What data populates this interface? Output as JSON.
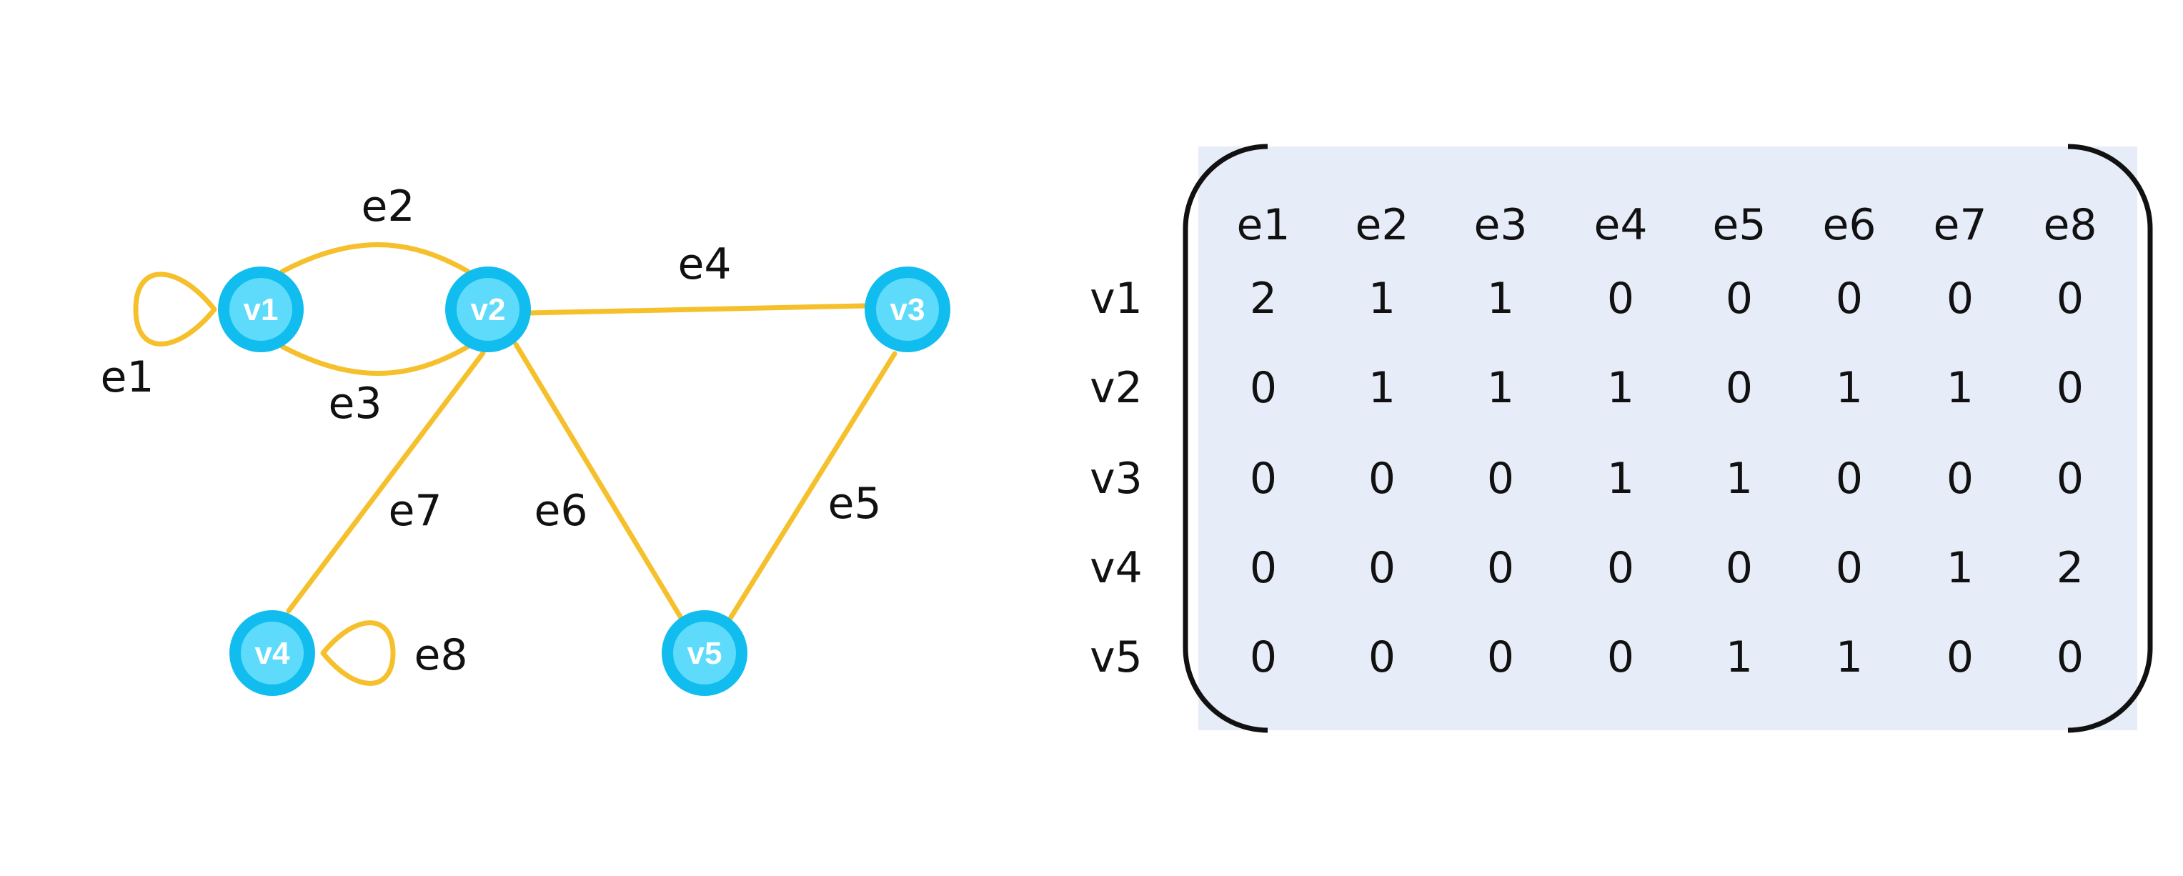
{
  "colors": {
    "edge": "#F5C02B",
    "node_fill": "#5EDBFA",
    "node_ring": "#10BDEE",
    "matrix_background": "#E6ECF8",
    "text": "#111111"
  },
  "graph": {
    "vertices": [
      {
        "id": "v1",
        "label": "v1"
      },
      {
        "id": "v2",
        "label": "v2"
      },
      {
        "id": "v3",
        "label": "v3"
      },
      {
        "id": "v4",
        "label": "v4"
      },
      {
        "id": "v5",
        "label": "v5"
      }
    ],
    "edges": [
      {
        "id": "e1",
        "label": "e1",
        "from": "v1",
        "to": "v1"
      },
      {
        "id": "e2",
        "label": "e2",
        "from": "v1",
        "to": "v2"
      },
      {
        "id": "e3",
        "label": "e3",
        "from": "v1",
        "to": "v2"
      },
      {
        "id": "e4",
        "label": "e4",
        "from": "v2",
        "to": "v3"
      },
      {
        "id": "e5",
        "label": "e5",
        "from": "v3",
        "to": "v5"
      },
      {
        "id": "e6",
        "label": "e6",
        "from": "v2",
        "to": "v5"
      },
      {
        "id": "e7",
        "label": "e7",
        "from": "v2",
        "to": "v4"
      },
      {
        "id": "e8",
        "label": "e8",
        "from": "v4",
        "to": "v4"
      }
    ]
  },
  "matrix": {
    "column_headers": [
      "e1",
      "e2",
      "e3",
      "e4",
      "e5",
      "e6",
      "e7",
      "e8"
    ],
    "row_headers": [
      "v1",
      "v2",
      "v3",
      "v4",
      "v5"
    ],
    "values": [
      [
        2,
        1,
        1,
        0,
        0,
        0,
        0,
        0
      ],
      [
        0,
        1,
        1,
        1,
        0,
        1,
        1,
        0
      ],
      [
        0,
        0,
        0,
        1,
        1,
        0,
        0,
        0
      ],
      [
        0,
        0,
        0,
        0,
        0,
        0,
        1,
        2
      ],
      [
        0,
        0,
        0,
        0,
        1,
        1,
        0,
        0
      ]
    ]
  }
}
